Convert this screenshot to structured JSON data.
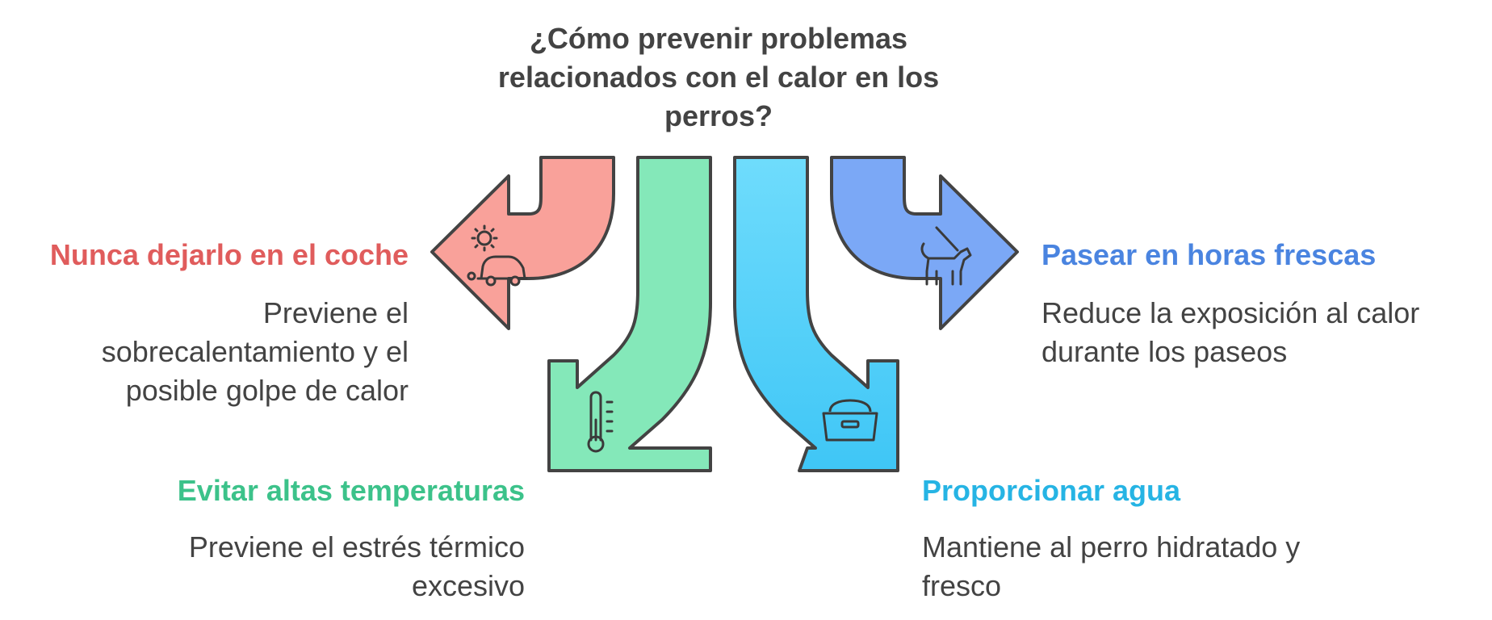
{
  "title": "¿Cómo prevenir problemas relacionados con el calor en los perros?",
  "items": [
    {
      "heading": "Nunca dejarlo en el coche",
      "description": "Previene el sobrecalentamiento y el posible golpe de calor",
      "color": "#e05c5c",
      "arrow_fill": "#f9a19a",
      "icon": "hot-car-icon"
    },
    {
      "heading": "Evitar altas temperaturas",
      "description": "Previene el estrés térmico excesivo",
      "color": "#3cc28a",
      "arrow_fill": "#84e8b9",
      "icon": "thermometer-icon"
    },
    {
      "heading": "Proporcionar agua",
      "description": "Mantiene al perro hidratado y fresco",
      "color": "#26b4e4",
      "arrow_fill": "#5fd3fb",
      "icon": "dog-bowl-icon"
    },
    {
      "heading": "Pasear en horas frescas",
      "description": "Reduce la exposición al calor durante los paseos",
      "color": "#4a84e0",
      "arrow_fill": "#7ba8f6",
      "icon": "dog-walking-icon"
    }
  ]
}
